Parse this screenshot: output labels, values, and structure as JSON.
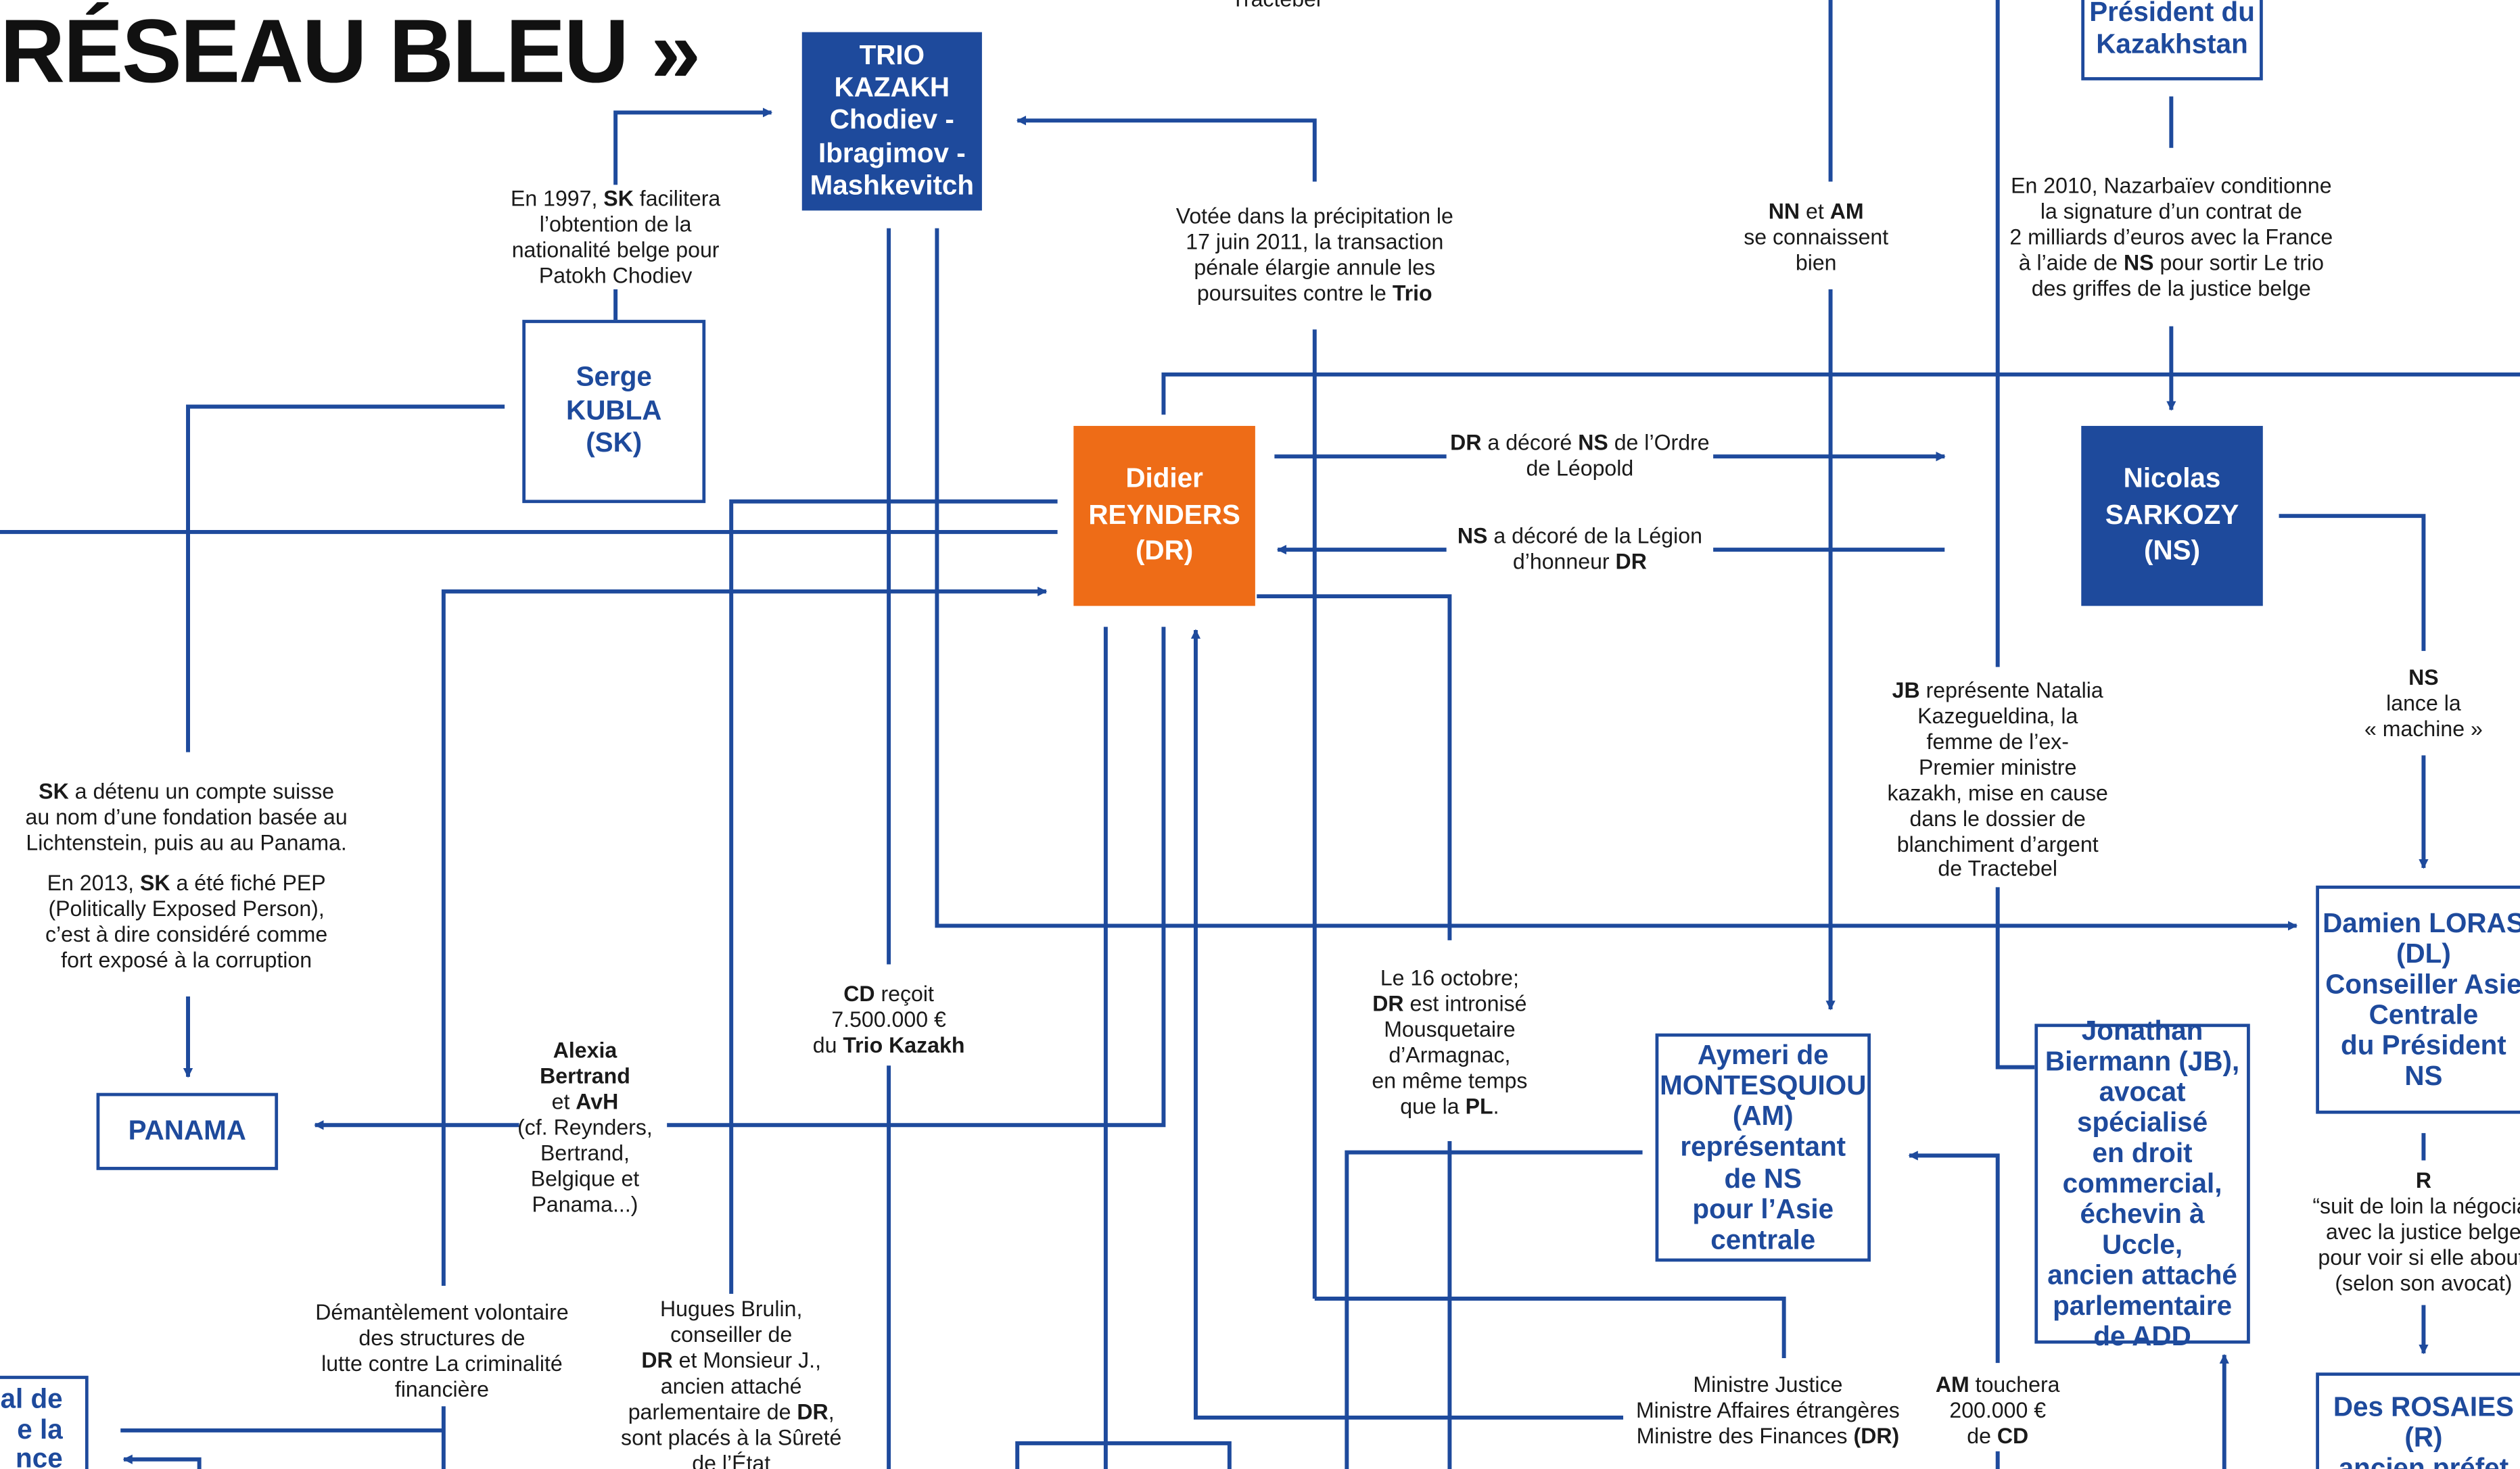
{
  "title": "RÉSEAU BLEU »",
  "colors": {
    "blue": "#1e4a9c",
    "orange": "#ee6c17",
    "text": "#1a1a1a"
  },
  "nodes": {
    "trio": "TRIO KAZAKH\nChodiev -\nIbragimov -\nMashkevitch",
    "president_kz": "Président du\nKazakhstan",
    "kubla": "Serge KUBLA\n(SK)",
    "reynders": "Didier\nREYNDERS\n(DR)",
    "sarkozy": "Nicolas\nSARKOZY\n(NS)",
    "panama": "PANAMA",
    "montesquiou": "Aymeri de\nMONTESQUIOU\n(AM)\nreprésentant\nde NS\npour l’Asie\ncentrale",
    "biermann": "Jonathan\nBiermann (JB),\navocat\nspécialisé\nen droit\ncommercial,\néchevin à Uccle,\nancien attaché\nparlementaire\nde ADD",
    "loras": "Damien LORAS\n(DL)\nConseiller Asie\nCentrale\ndu Président\nNS",
    "rosaies": "Des ROSAIES\n(R)\nancien préfet",
    "left_cut": "al de\ne la\nnce"
  },
  "labels": {
    "tractebel_top": "Tractebel",
    "sk_1997": [
      [
        {
          "t": "En 1997, "
        },
        {
          "t": "SK",
          "b": true
        },
        {
          "t": " facilitera"
        }
      ],
      [
        {
          "t": "l’obtention de la"
        }
      ],
      [
        {
          "t": "nationalité belge pour"
        }
      ],
      [
        {
          "t": "Patokh Chodiev"
        }
      ]
    ],
    "votee": [
      [
        {
          "t": "Votée dans la précipitation le"
        }
      ],
      [
        {
          "t": "17 juin 2011, la transaction"
        }
      ],
      [
        {
          "t": "pénale élargie annule les"
        }
      ],
      [
        {
          "t": "poursuites contre le "
        },
        {
          "t": "Trio",
          "b": true
        }
      ]
    ],
    "nn_am": [
      [
        {
          "t": "NN",
          "b": true
        },
        {
          "t": " et "
        },
        {
          "t": "AM",
          "b": true
        }
      ],
      [
        {
          "t": "se connaissent"
        }
      ],
      [
        {
          "t": "bien"
        }
      ]
    ],
    "naz_2010": [
      [
        {
          "t": "En 2010, Nazarbaïev conditionne"
        }
      ],
      [
        {
          "t": "la signature d’un contrat de"
        }
      ],
      [
        {
          "t": "2 milliards d’euros avec la France"
        }
      ],
      [
        {
          "t": "à l’aide de "
        },
        {
          "t": "NS",
          "b": true
        },
        {
          "t": " pour sortir Le trio"
        }
      ],
      [
        {
          "t": "des griffes de la justice belge"
        }
      ]
    ],
    "dr_decore": [
      [
        {
          "t": "DR",
          "b": true
        },
        {
          "t": " a décoré "
        },
        {
          "t": "NS",
          "b": true
        },
        {
          "t": " de l’Ordre"
        }
      ],
      [
        {
          "t": "de Léopold"
        }
      ]
    ],
    "ns_decore": [
      [
        {
          "t": "NS",
          "b": true
        },
        {
          "t": " a décoré de la Légion"
        }
      ],
      [
        {
          "t": "d’honneur "
        },
        {
          "t": "DR",
          "b": true
        }
      ]
    ],
    "jb_represente": [
      [
        {
          "t": "JB",
          "b": true
        },
        {
          "t": " représente Natalia"
        }
      ],
      [
        {
          "t": "Kazegueldina, la"
        }
      ],
      [
        {
          "t": "femme de l’ex-"
        }
      ],
      [
        {
          "t": "Premier ministre"
        }
      ],
      [
        {
          "t": "kazakh, mise en cause"
        }
      ],
      [
        {
          "t": "dans le dossier de"
        }
      ],
      [
        {
          "t": "blanchiment d’argent"
        }
      ],
      [
        {
          "t": "de Tractebel"
        }
      ]
    ],
    "ns_machine": [
      [
        {
          "t": "NS",
          "b": true
        }
      ],
      [
        {
          "t": "lance la"
        }
      ],
      [
        {
          "t": "« machine »"
        }
      ]
    ],
    "sk_compte": [
      [
        {
          "t": "SK",
          "b": true
        },
        {
          "t": " a détenu un compte suisse"
        }
      ],
      [
        {
          "t": "au nom d’une fondation basée au"
        }
      ],
      [
        {
          "t": "Lichtenstein, puis au au Panama."
        }
      ]
    ],
    "sk_pep": [
      [
        {
          "t": "En 2013, "
        },
        {
          "t": "SK",
          "b": true
        },
        {
          "t": " a été fiché PEP"
        }
      ],
      [
        {
          "t": "(Politically Exposed Person),"
        }
      ],
      [
        {
          "t": "c’est à dire considéré comme"
        }
      ],
      [
        {
          "t": "fort exposé à la corruption"
        }
      ]
    ],
    "cd_recoit": [
      [
        {
          "t": "CD",
          "b": true
        },
        {
          "t": " reçoit"
        }
      ],
      [
        {
          "t": "7.500.000 €"
        }
      ],
      [
        {
          "t": "du "
        },
        {
          "t": "Trio Kazakh",
          "b": true
        }
      ]
    ],
    "oct16": [
      [
        {
          "t": "Le 16 octobre;"
        }
      ],
      [
        {
          "t": "DR",
          "b": true
        },
        {
          "t": " est intronisé"
        }
      ],
      [
        {
          "t": "Mousquetaire"
        }
      ],
      [
        {
          "t": "d’Armagnac,"
        }
      ],
      [
        {
          "t": "en même temps"
        }
      ],
      [
        {
          "t": "que la "
        },
        {
          "t": "PL",
          "b": true
        },
        {
          "t": "."
        }
      ]
    ],
    "alexia": [
      [
        {
          "t": "Alexia",
          "b": true
        }
      ],
      [
        {
          "t": "Bertrand",
          "b": true
        }
      ],
      [
        {
          "t": "et "
        },
        {
          "t": "AvH",
          "b": true
        }
      ],
      [
        {
          "t": "(cf. Reynders,"
        }
      ],
      [
        {
          "t": "Bertrand,"
        }
      ],
      [
        {
          "t": "Belgique et"
        }
      ],
      [
        {
          "t": "Panama...)"
        }
      ]
    ],
    "r_suit": [
      [
        {
          "t": "R",
          "b": true
        }
      ],
      [
        {
          "t": "“suit de loin la négociat"
        }
      ],
      [
        {
          "t": "avec la justice belge"
        }
      ],
      [
        {
          "t": "pour voir si elle abouti"
        }
      ],
      [
        {
          "t": "(selon son avocat)"
        }
      ]
    ],
    "demantelement": [
      [
        {
          "t": "Démantèlement volontaire"
        }
      ],
      [
        {
          "t": "des structures de"
        }
      ],
      [
        {
          "t": "lutte contre La criminalité"
        }
      ],
      [
        {
          "t": "financière"
        }
      ]
    ],
    "hugues": [
      [
        {
          "t": "Hugues Brulin,"
        }
      ],
      [
        {
          "t": "conseiller de"
        }
      ],
      [
        {
          "t": "DR",
          "b": true
        },
        {
          "t": " et Monsieur J.,"
        }
      ],
      [
        {
          "t": "ancien attaché"
        }
      ],
      [
        {
          "t": "parlementaire de "
        },
        {
          "t": "DR",
          "b": true
        },
        {
          "t": ","
        }
      ],
      [
        {
          "t": "sont placés à la Sûreté"
        }
      ],
      [
        {
          "t": "de l’État"
        }
      ]
    ],
    "ministre": [
      [
        {
          "t": "Ministre Justice"
        }
      ],
      [
        {
          "t": "Ministre Affaires étrangères"
        }
      ],
      [
        {
          "t": "Ministre des Finances "
        },
        {
          "t": "(DR)",
          "b": true
        }
      ]
    ],
    "am_touchera": [
      [
        {
          "t": "AM",
          "b": true
        },
        {
          "t": " touchera"
        }
      ],
      [
        {
          "t": "200.000 €"
        }
      ],
      [
        {
          "t": "de "
        },
        {
          "t": "CD",
          "b": true
        }
      ]
    ]
  }
}
